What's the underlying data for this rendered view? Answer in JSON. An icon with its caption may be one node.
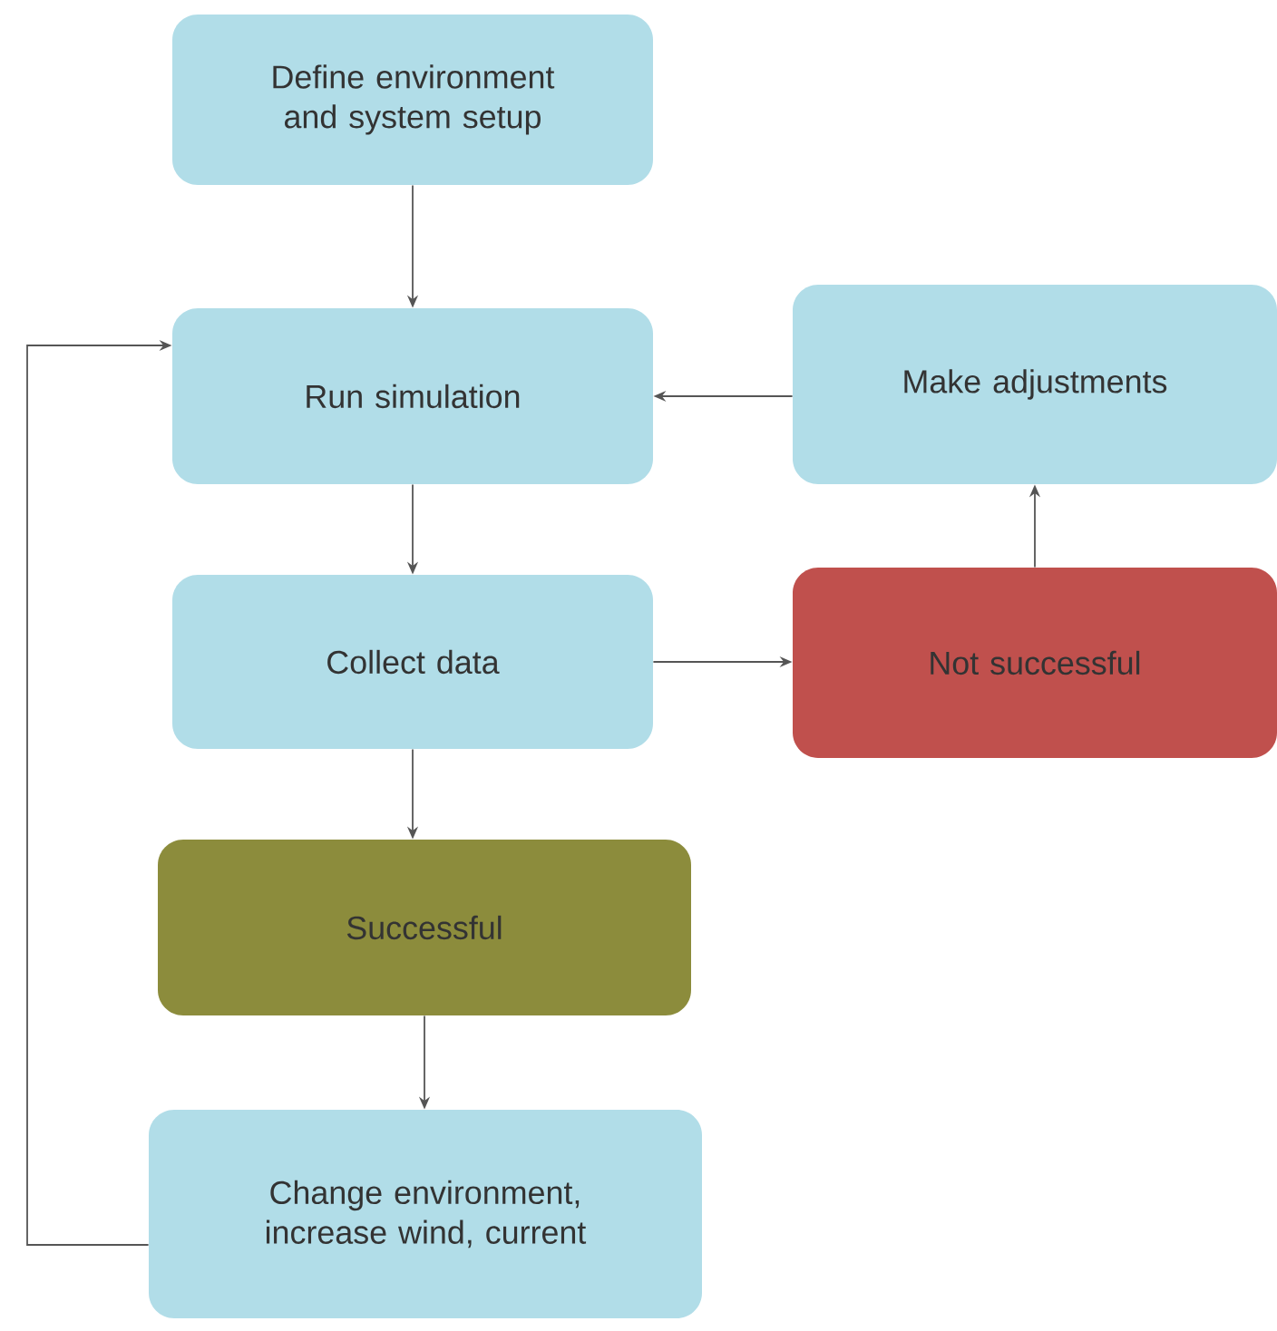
{
  "diagram": {
    "nodes": [
      {
        "text": [
          "Define environment and system setup"
        ]
      },
      {
        "text": [
          "Run simulation"
        ]
      },
      {
        "text": [
          "Make adjustments"
        ]
      },
      {
        "text": [
          "Collect data"
        ]
      },
      {
        "text": [
          "Not successful"
        ]
      },
      {
        "text": [
          "Successful"
        ]
      },
      {
        "text": [
          "Change environment, increase wind, current"
        ]
      }
    ],
    "edges": [
      {
        "from": 0,
        "to": 1,
        "arrow": "to"
      },
      {
        "from": 1,
        "to": 3,
        "arrow": "to"
      },
      {
        "from": 3,
        "to": 4,
        "arrow": "to"
      },
      {
        "from": 4,
        "to": 2,
        "arrow": "to"
      },
      {
        "from": 2,
        "to": 1,
        "arrow": "to"
      },
      {
        "from": 3,
        "to": 5,
        "arrow": "to"
      },
      {
        "from": 5,
        "to": 6,
        "arrow": "to"
      },
      {
        "from": 6,
        "to": 1,
        "arrow": "to"
      }
    ]
  }
}
